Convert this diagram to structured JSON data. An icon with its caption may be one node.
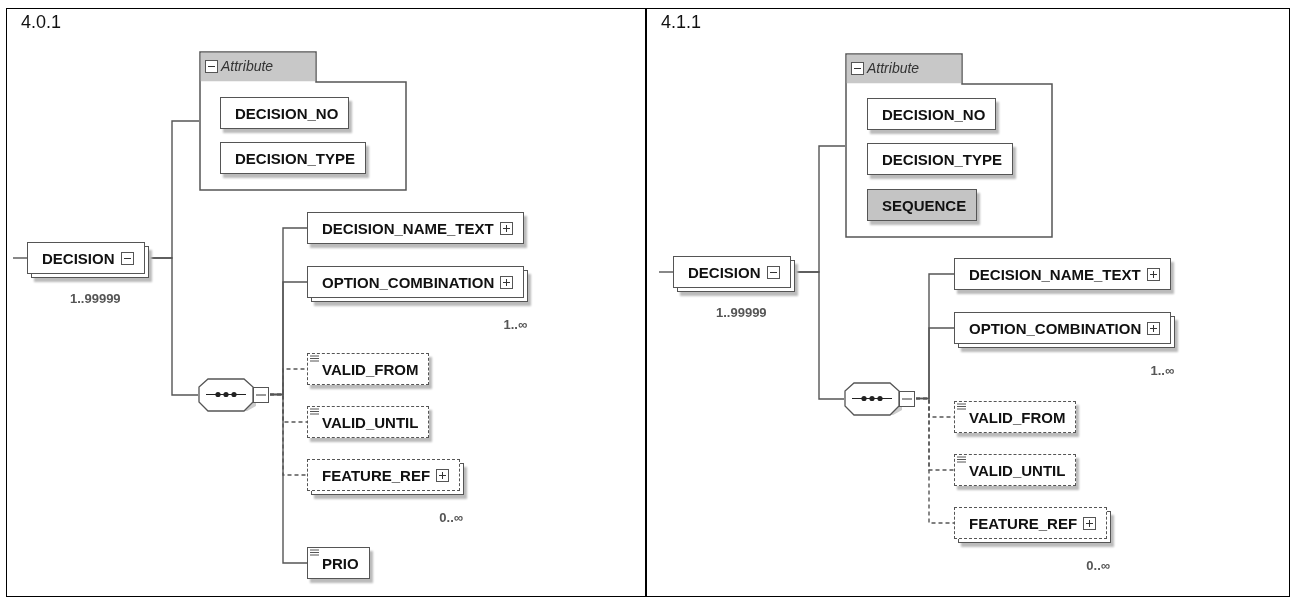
{
  "diagram": {
    "nodes": [
      {
        "text": [
          "4.0.1"
        ]
      },
      {
        "text": [
          "Attribute"
        ],
        "in": 0
      },
      {
        "text": [
          "DECISION_NO"
        ],
        "in": 1
      },
      {
        "text": [
          "DECISION_TYPE"
        ],
        "in": 1
      },
      {
        "text": [
          "DECISION"
        ],
        "beside": [
          "1..99999"
        ],
        "in": 0
      },
      {
        "text": [],
        "shape": "octagon",
        "in": 0
      },
      {
        "text": [
          "DECISION_NAME_TEXT"
        ],
        "in": 0
      },
      {
        "text": [
          "OPTION_COMBINATION"
        ],
        "beside": [
          "1..∞"
        ],
        "in": 0
      },
      {
        "text": [
          "VALID_FROM"
        ],
        "in": 0
      },
      {
        "text": [
          "VALID_UNTIL"
        ],
        "in": 0
      },
      {
        "text": [
          "FEATURE_REF"
        ],
        "beside": [
          "0..∞"
        ],
        "in": 0
      },
      {
        "text": [
          "PRIO"
        ],
        "in": 0
      },
      {
        "text": [
          "4.1.1"
        ]
      },
      {
        "text": [
          "Attribute"
        ],
        "in": 12
      },
      {
        "text": [
          "DECISION_NO"
        ],
        "in": 13
      },
      {
        "text": [
          "DECISION_TYPE"
        ],
        "in": 13
      },
      {
        "text": [
          "SEQUENCE"
        ],
        "in": 13
      },
      {
        "text": [
          "DECISION"
        ],
        "beside": [
          "1..99999"
        ],
        "in": 12
      },
      {
        "text": [],
        "shape": "octagon",
        "in": 12
      },
      {
        "text": [
          "DECISION_NAME_TEXT"
        ],
        "in": 12
      },
      {
        "text": [
          "OPTION_COMBINATION"
        ],
        "beside": [
          "1..∞"
        ],
        "in": 12
      },
      {
        "text": [
          "VALID_FROM"
        ],
        "in": 12
      },
      {
        "text": [
          "VALID_UNTIL"
        ],
        "in": 12
      },
      {
        "text": [
          "FEATURE_REF"
        ],
        "beside": [
          "0..∞"
        ],
        "in": 12
      }
    ],
    "edges": [
      {
        "from": null,
        "to": 4,
        "arrow": "none"
      },
      {
        "from": 4,
        "to": 1,
        "arrow": "none"
      },
      {
        "from": 4,
        "to": 5,
        "arrow": "none"
      },
      {
        "from": 5,
        "to": 6,
        "arrow": "none"
      },
      {
        "from": 5,
        "to": 7,
        "arrow": "none"
      },
      {
        "from": 5,
        "to": 8,
        "arrow": "none",
        "style": "dashed"
      },
      {
        "from": 5,
        "to": 9,
        "arrow": "none",
        "style": "dashed"
      },
      {
        "from": 5,
        "to": 10,
        "arrow": "none",
        "style": "dashed"
      },
      {
        "from": 5,
        "to": 11,
        "arrow": "none"
      },
      {
        "from": null,
        "to": 17,
        "arrow": "none"
      },
      {
        "from": 17,
        "to": 13,
        "arrow": "none"
      },
      {
        "from": 17,
        "to": 18,
        "arrow": "none"
      },
      {
        "from": 18,
        "to": 19,
        "arrow": "none"
      },
      {
        "from": 18,
        "to": 20,
        "arrow": "none"
      },
      {
        "from": 18,
        "to": 21,
        "arrow": "none",
        "style": "dashed"
      },
      {
        "from": 18,
        "to": 22,
        "arrow": "none",
        "style": "dashed"
      },
      {
        "from": 18,
        "to": 23,
        "arrow": "none",
        "style": "dashed"
      }
    ]
  }
}
